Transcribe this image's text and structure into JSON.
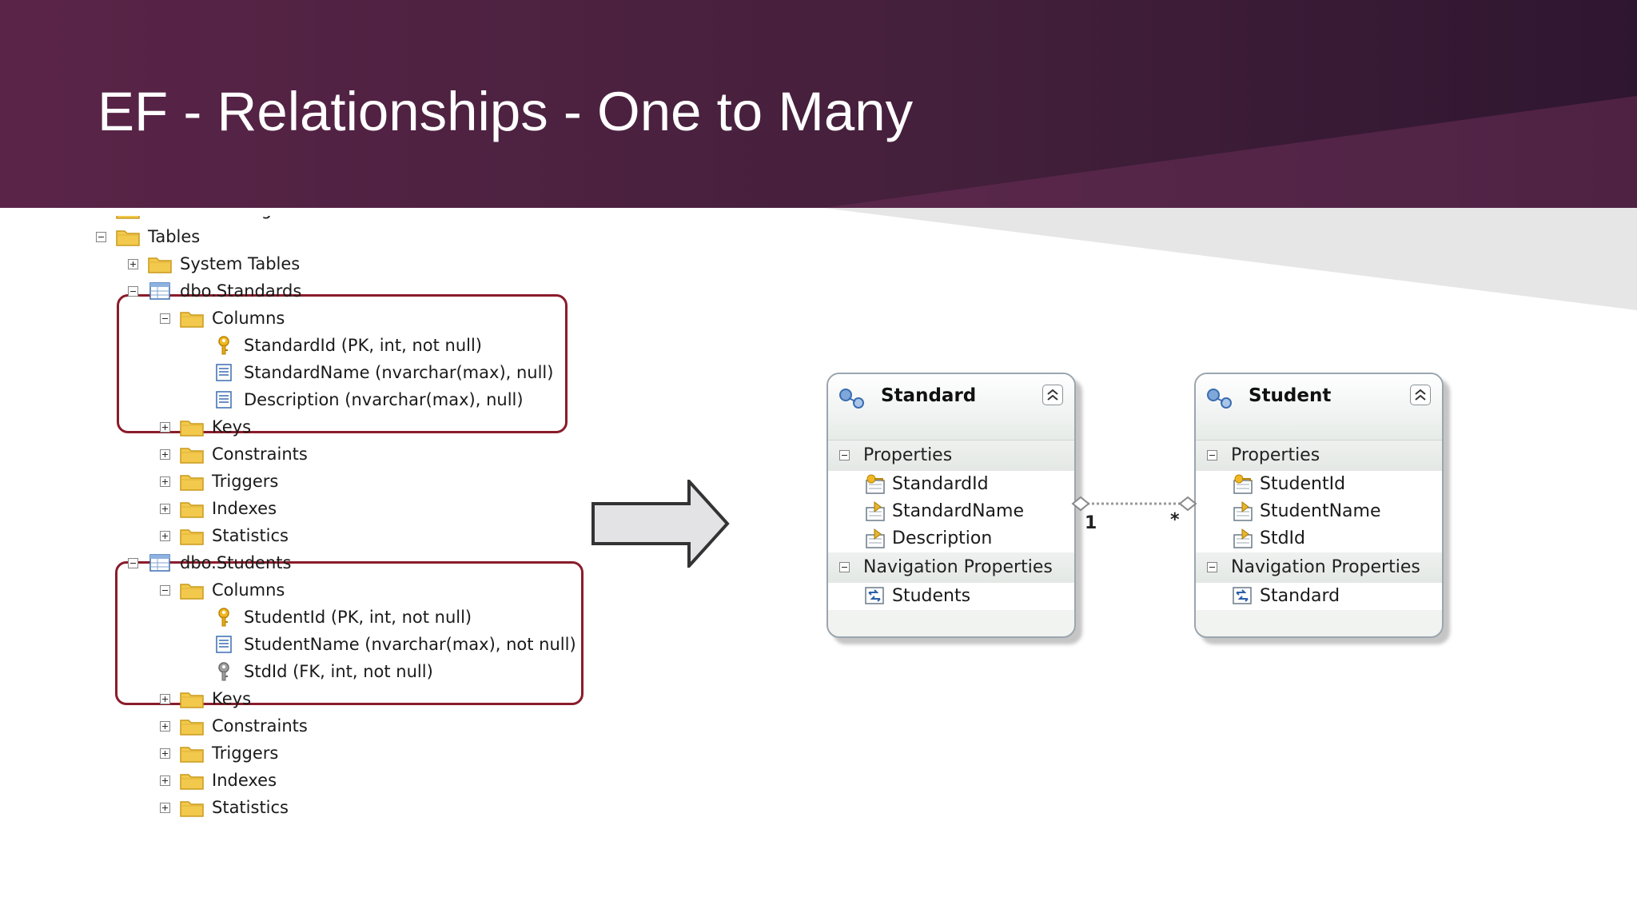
{
  "slide": {
    "title": "EF - Relationships - One to Many"
  },
  "tree": {
    "items": [
      {
        "label": "Database Diagrams",
        "toggle": "plus",
        "icon": "folder"
      },
      {
        "label": "Tables",
        "toggle": "minus",
        "icon": "folder"
      },
      {
        "label": "System Tables",
        "toggle": "plus",
        "icon": "folder"
      },
      {
        "label": "dbo.Standards",
        "toggle": "minus",
        "icon": "table"
      },
      {
        "label": "Columns",
        "toggle": "minus",
        "icon": "folder"
      },
      {
        "label": "StandardId (PK, int, not null)",
        "toggle": "none",
        "icon": "key-gold"
      },
      {
        "label": "StandardName (nvarchar(max), null)",
        "toggle": "none",
        "icon": "column"
      },
      {
        "label": "Description (nvarchar(max), null)",
        "toggle": "none",
        "icon": "column"
      },
      {
        "label": "Keys",
        "toggle": "plus",
        "icon": "folder"
      },
      {
        "label": "Constraints",
        "toggle": "plus",
        "icon": "folder"
      },
      {
        "label": "Triggers",
        "toggle": "plus",
        "icon": "folder"
      },
      {
        "label": "Indexes",
        "toggle": "plus",
        "icon": "folder"
      },
      {
        "label": "Statistics",
        "toggle": "plus",
        "icon": "folder"
      },
      {
        "label": "dbo.Students",
        "toggle": "minus",
        "icon": "table"
      },
      {
        "label": "Columns",
        "toggle": "minus",
        "icon": "folder"
      },
      {
        "label": "StudentId (PK, int, not null)",
        "toggle": "none",
        "icon": "key-gold"
      },
      {
        "label": "StudentName (nvarchar(max), not null)",
        "toggle": "none",
        "icon": "column"
      },
      {
        "label": "StdId (FK, int, not null)",
        "toggle": "none",
        "icon": "key-gray"
      },
      {
        "label": "Keys",
        "toggle": "plus",
        "icon": "folder"
      },
      {
        "label": "Constraints",
        "toggle": "plus",
        "icon": "folder"
      },
      {
        "label": "Triggers",
        "toggle": "plus",
        "icon": "folder"
      },
      {
        "label": "Indexes",
        "toggle": "plus",
        "icon": "folder"
      },
      {
        "label": "Statistics",
        "toggle": "plus",
        "icon": "folder"
      }
    ]
  },
  "entities": {
    "standard": {
      "title": "Standard",
      "properties_label": "Properties",
      "properties": [
        {
          "name": "StandardId",
          "icon": "key-property-icon"
        },
        {
          "name": "StandardName",
          "icon": "property-icon"
        },
        {
          "name": "Description",
          "icon": "property-icon"
        }
      ],
      "nav_label": "Navigation Properties",
      "navigation": [
        {
          "name": "Students",
          "icon": "navigation-property-icon"
        }
      ]
    },
    "student": {
      "title": "Student",
      "properties_label": "Properties",
      "properties": [
        {
          "name": "StudentId",
          "icon": "key-property-icon"
        },
        {
          "name": "StudentName",
          "icon": "property-icon"
        },
        {
          "name": "StdId",
          "icon": "property-icon"
        }
      ],
      "nav_label": "Navigation Properties",
      "navigation": [
        {
          "name": "Standard",
          "icon": "navigation-property-icon"
        }
      ]
    }
  },
  "association": {
    "left_multiplicity": "1",
    "right_multiplicity": "*"
  },
  "colors": {
    "header": "#4a2040",
    "highlight_border": "#8a1c2b",
    "folder": "#f2c94c"
  }
}
